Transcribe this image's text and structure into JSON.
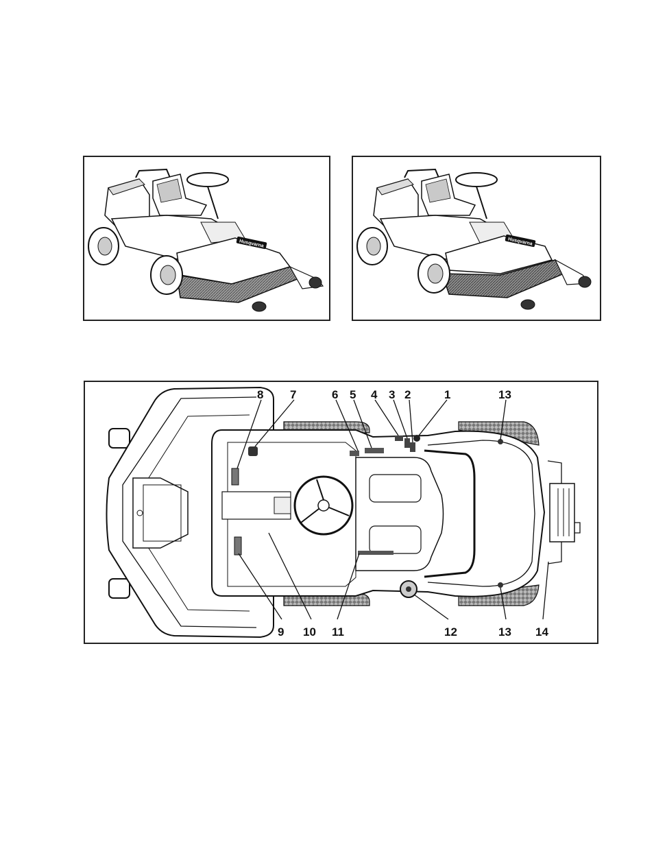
{
  "figures": {
    "left": {
      "brand": "Husqvarna",
      "variant": "combi-deck"
    },
    "right": {
      "brand": "Husqvarna",
      "variant": "rear-ejector-deck"
    }
  },
  "overview": {
    "callouts_top": [
      "8",
      "7",
      "6",
      "5",
      "4",
      "3",
      "2",
      "1",
      "13"
    ],
    "callouts_bottom": [
      "9",
      "10",
      "11",
      "12",
      "13",
      "14"
    ]
  },
  "colors": {
    "line": "#111111",
    "hatch": "#6f6f6f",
    "background": "#ffffff"
  }
}
